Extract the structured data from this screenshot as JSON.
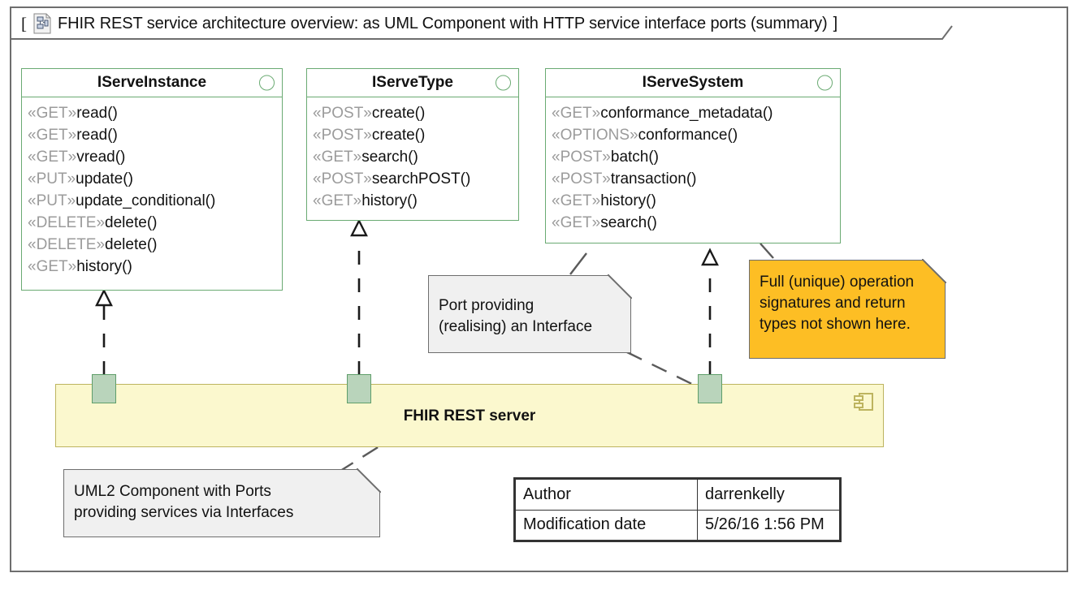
{
  "frame": {
    "title": "FHIR REST service architecture overview: as UML Component with HTTP service interface ports (summary)",
    "bracket_open": "[",
    "bracket_close": "]",
    "icon": "diagram-document-icon"
  },
  "interfaces": [
    {
      "name": "IServeInstance",
      "icon": "interface-circle-icon",
      "operations": [
        {
          "stereotype": "«GET»",
          "label": "read()"
        },
        {
          "stereotype": "«GET»",
          "label": "read()"
        },
        {
          "stereotype": "«GET»",
          "label": "vread()"
        },
        {
          "stereotype": "«PUT»",
          "label": "update()"
        },
        {
          "stereotype": "«PUT»",
          "label": "update_conditional()"
        },
        {
          "stereotype": "«DELETE»",
          "label": "delete()"
        },
        {
          "stereotype": "«DELETE»",
          "label": "delete()"
        },
        {
          "stereotype": "«GET»",
          "label": "history()"
        }
      ]
    },
    {
      "name": "IServeType",
      "icon": "interface-circle-icon",
      "operations": [
        {
          "stereotype": "«POST»",
          "label": "create()"
        },
        {
          "stereotype": "«POST»",
          "label": "create()"
        },
        {
          "stereotype": "«GET»",
          "label": "search()"
        },
        {
          "stereotype": "«POST»",
          "label": "searchPOST()"
        },
        {
          "stereotype": "«GET»",
          "label": "history()"
        }
      ]
    },
    {
      "name": "IServeSystem",
      "icon": "interface-circle-icon",
      "operations": [
        {
          "stereotype": "«GET»",
          "label": "conformance_metadata()"
        },
        {
          "stereotype": "«OPTIONS»",
          "label": "conformance()"
        },
        {
          "stereotype": "«POST»",
          "label": "batch()"
        },
        {
          "stereotype": "«POST»",
          "label": "transaction()"
        },
        {
          "stereotype": "«GET»",
          "label": "history()"
        },
        {
          "stereotype": "«GET»",
          "label": "search()"
        }
      ]
    }
  ],
  "component": {
    "name": "FHIR REST server",
    "icon": "uml-component-icon",
    "ports": [
      "port-iserveinstance",
      "port-iservetype",
      "port-iservesystem"
    ]
  },
  "notes": [
    {
      "id": "note-port-interface",
      "line1": "Port providing",
      "line2": "(realising) an Interface",
      "color": "#f0f0f0"
    },
    {
      "id": "note-signatures",
      "line1": "Full (unique) operation",
      "line2": "signatures and return",
      "line3": "types not shown here.",
      "color": "#fdbe24"
    },
    {
      "id": "note-component-ports",
      "line1": "UML2 Component with Ports",
      "line2": "providing services via Interfaces",
      "color": "#f0f0f0"
    }
  ],
  "meta_table": {
    "rows": [
      {
        "key": "Author",
        "value": "darrenkelly"
      },
      {
        "key": "Modification date",
        "value": "5/26/16 1:56 PM"
      }
    ]
  },
  "colors": {
    "interface_border": "#6aaa72",
    "component_fill": "#fbf8ce",
    "component_border": "#bdb45f",
    "port_fill": "#b9d4bb",
    "port_border": "#5f9e6a",
    "note_orange": "#fdbe24",
    "note_grey": "#f0f0f0",
    "frame_border": "#6e6e6e",
    "stereotype_text": "#9b9b9b"
  }
}
